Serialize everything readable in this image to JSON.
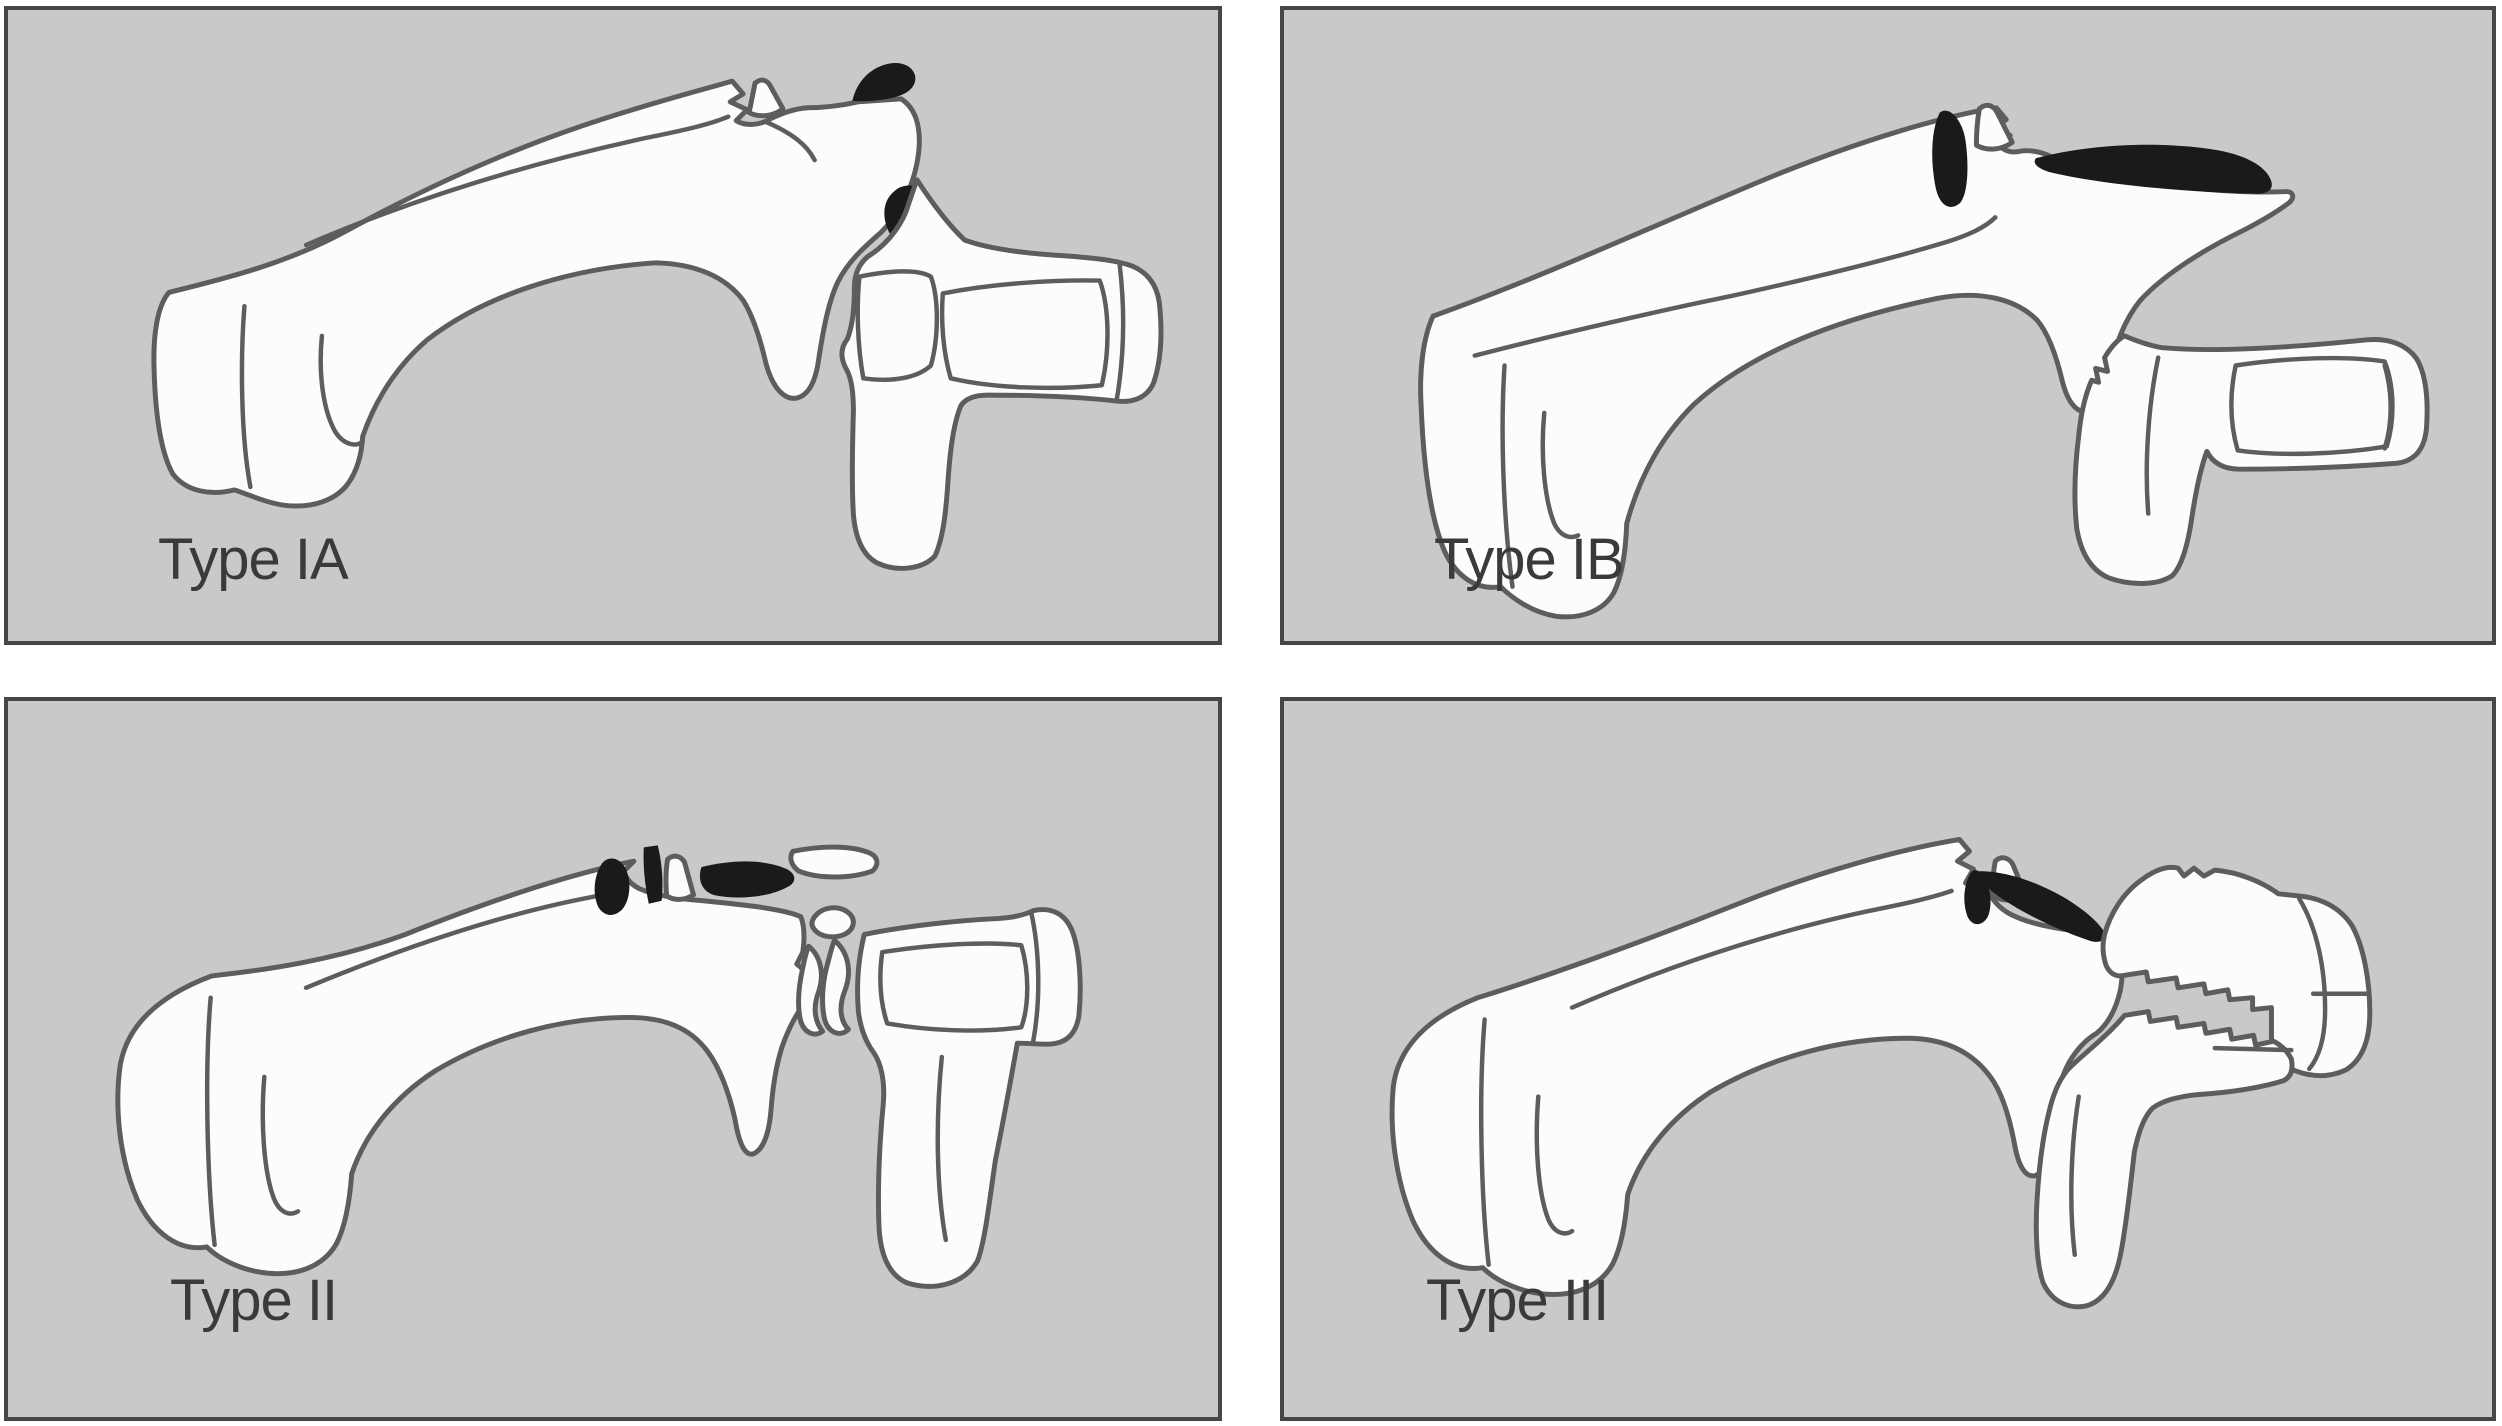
{
  "figure": {
    "kind": "four-panel fracture classification diagram",
    "colors": {
      "page_bg": "#ffffff",
      "panel_bg": "#c9c9ca",
      "panel_border": "#464646",
      "bone_fill": "#fcfcfc",
      "bone_stroke": "#5d5d5d",
      "fragment_black": "#1a1a1a",
      "label_color": "#3a3a3a"
    },
    "panels": [
      {
        "id": "type-ia",
        "label": "Type IA"
      },
      {
        "id": "type-ib",
        "label": "Type IB"
      },
      {
        "id": "type-ii",
        "label": "Type II"
      },
      {
        "id": "type-iii",
        "label": "Type III"
      }
    ]
  }
}
